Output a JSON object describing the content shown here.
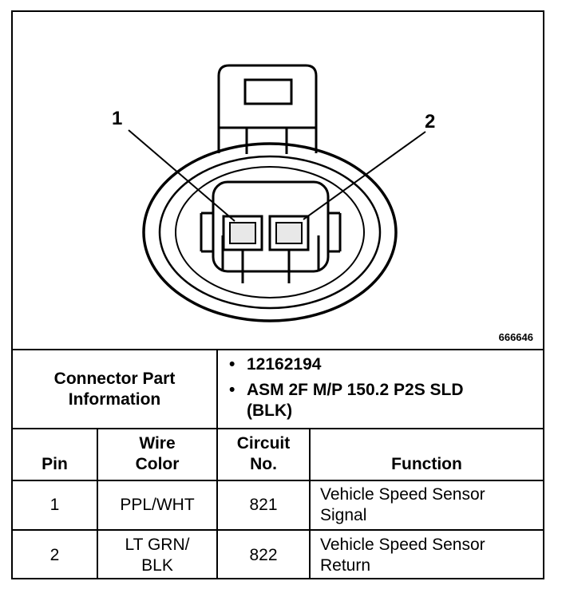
{
  "diagram": {
    "pin_labels": [
      "1",
      "2"
    ],
    "figure_number": "666646"
  },
  "connector_info": {
    "label": "Connector Part Information",
    "parts": [
      "12162194",
      "ASM 2F M/P 150.2 P2S SLD (BLK)"
    ]
  },
  "table": {
    "headers": {
      "pin": "Pin",
      "wire_color": "Wire Color",
      "circuit_no": "Circuit No.",
      "function": "Function"
    },
    "rows": [
      {
        "pin": "1",
        "wire_color": "PPL/WHT",
        "circuit_no": "821",
        "function": "Vehicle Speed Sensor Signal"
      },
      {
        "pin": "2",
        "wire_color": "LT GRN/ BLK",
        "circuit_no": "822",
        "function": "Vehicle Speed Sensor Return"
      }
    ]
  }
}
